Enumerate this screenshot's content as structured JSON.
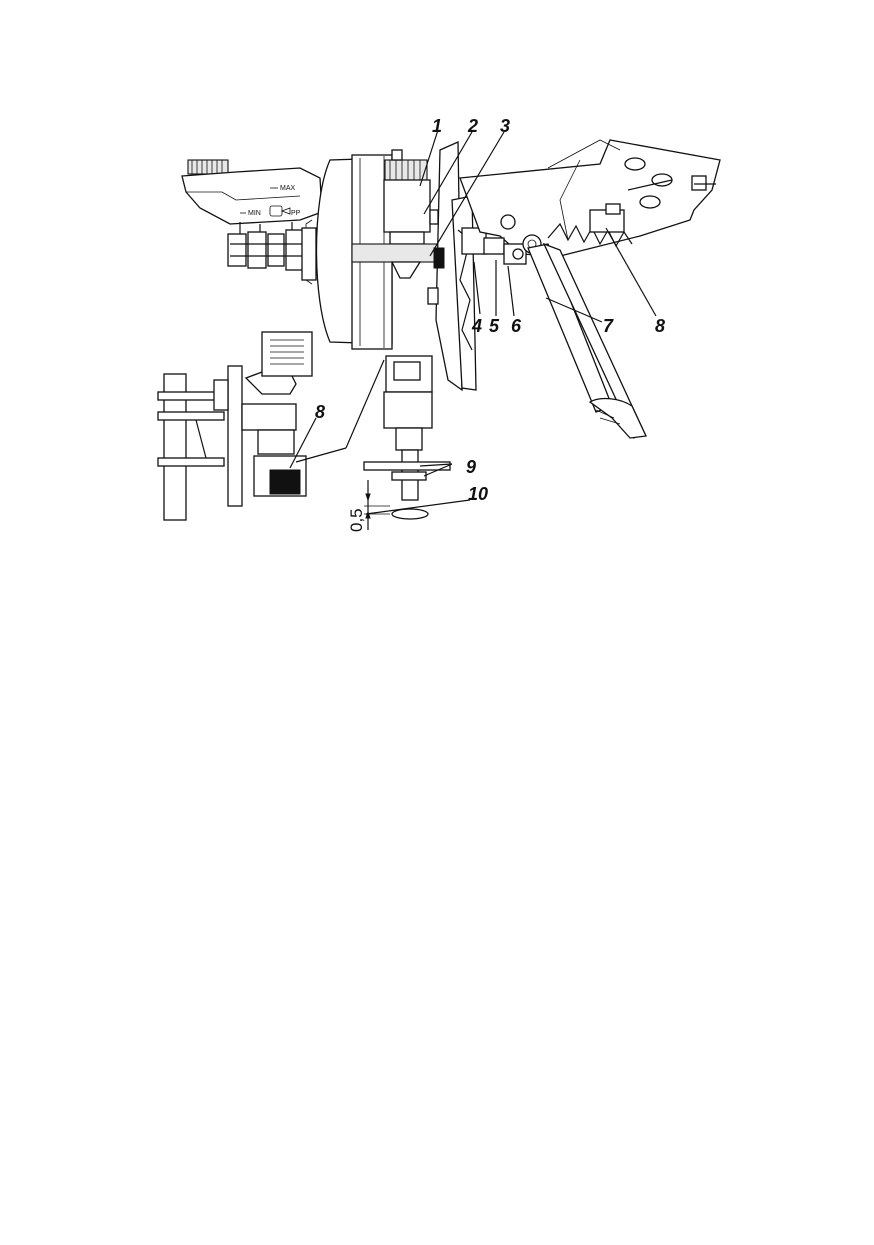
{
  "diagram": {
    "callouts": {
      "c1": "1",
      "c2": "2",
      "c3": "3",
      "c4": "4",
      "c5": "5",
      "c6": "6",
      "c7": "7",
      "c8_top": "8",
      "c8_detail": "8",
      "c9": "9",
      "c10": "10"
    },
    "dimension": "0,5",
    "reservoir_marks": {
      "max": "MAX",
      "min": "MIN",
      "fluid": "PP"
    }
  }
}
